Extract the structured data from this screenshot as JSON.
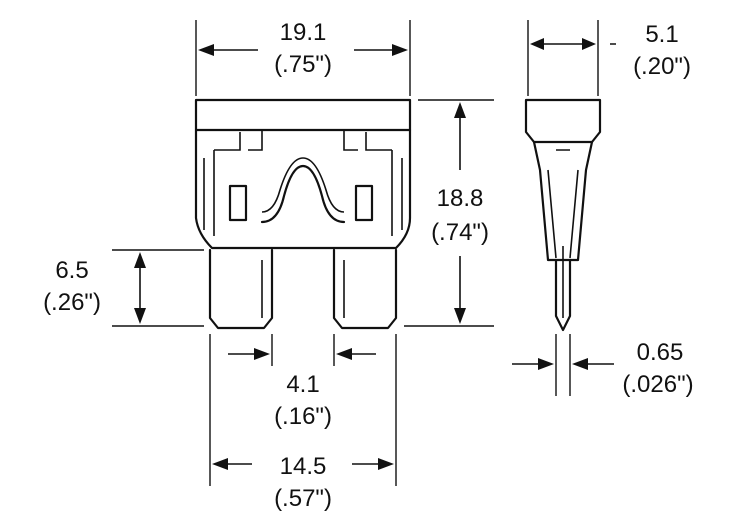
{
  "dimensions": {
    "width_mm": "19.1",
    "width_in": "(.75\")",
    "thickness_mm": "5.1",
    "thickness_in": "(.20\")",
    "height_mm": "18.8",
    "height_in": "(.74\")",
    "terminal_mm": "6.5",
    "terminal_in": "(.26\")",
    "gap_mm": "4.1",
    "gap_in": "(.16\")",
    "span_mm": "14.5",
    "span_in": "(.57\")",
    "blade_mm": "0.65",
    "blade_in": "(.026\")"
  }
}
